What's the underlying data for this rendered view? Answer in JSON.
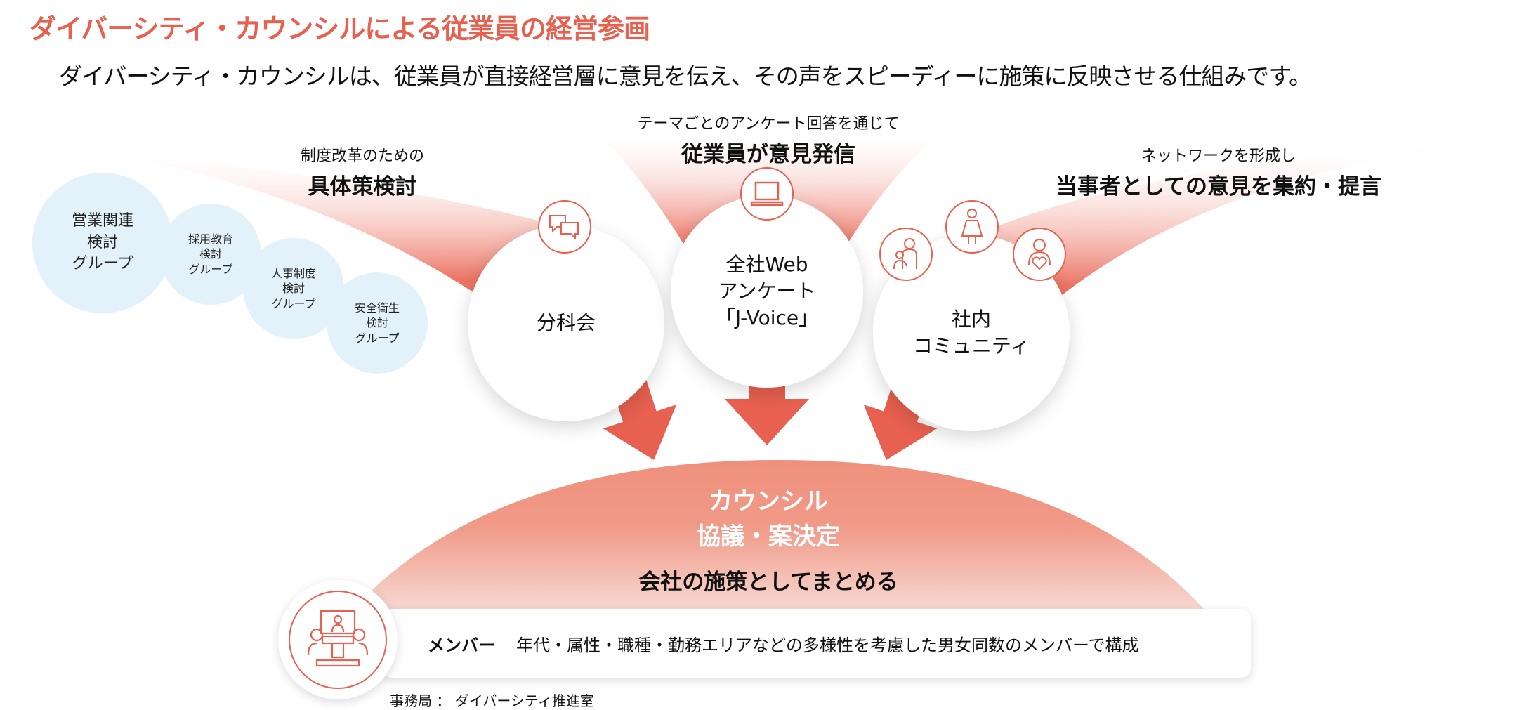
{
  "title": "ダイバーシティ・カウンシルによる従業員の経営参画",
  "lead": "ダイバーシティ・カウンシルは、従業員が直接経営層に意見を伝え、その声をスピーディーに施策に反映させる仕組みです。",
  "fans": [
    {
      "small": "制度改革のための",
      "bold": "具体策検討"
    },
    {
      "small": "テーマごとのアンケート回答を通じて",
      "bold": "従業員が意見発信"
    },
    {
      "small": "ネットワークを形成し",
      "bold": "当事者としての意見を集約・提言"
    }
  ],
  "groups": [
    {
      "line1": "営業関連",
      "line2": "検討",
      "line3": "グループ"
    },
    {
      "line1": "採用教育",
      "line2": "検討",
      "line3": "グループ"
    },
    {
      "line1": "人事制度",
      "line2": "検討",
      "line3": "グループ"
    },
    {
      "line1": "安全衛生",
      "line2": "検討",
      "line3": "グループ"
    }
  ],
  "channels": [
    {
      "lines": [
        "分科会"
      ],
      "icon": "speech-bubbles-icon"
    },
    {
      "lines": [
        "全社Web",
        "アンケート",
        "「J-Voice」"
      ],
      "icon": "laptop-icon"
    },
    {
      "lines": [
        "社内",
        "コミュニティ"
      ],
      "icons": [
        "parent-child-icon",
        "woman-icon",
        "person-heart-icon"
      ]
    }
  ],
  "council": {
    "name": "カウンシル",
    "role": "協議・案決定",
    "summary": "会社の施策としてまとめる"
  },
  "member": {
    "label": "メンバー",
    "text": "年代・属性・職種・勤務エリアなどの多様性を考慮した男女同数のメンバーで構成"
  },
  "office": "事務局 ： ダイバーシティ推進室",
  "colors": {
    "accent": "#E8604F",
    "group": "#E3F1FA",
    "dome_top": "#EF907C",
    "dome_bottom": "#F7D8D1"
  }
}
